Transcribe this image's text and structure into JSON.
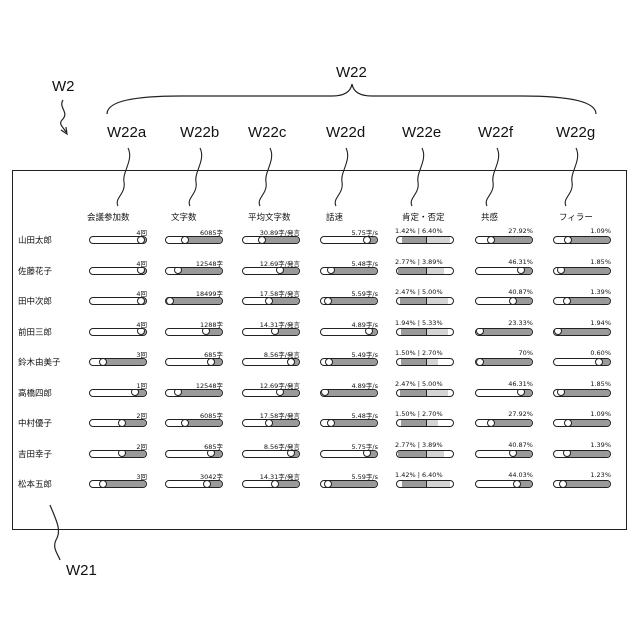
{
  "refs": {
    "W2": "W2",
    "W21": "W21",
    "W22": "W22",
    "columns": [
      "W22a",
      "W22b",
      "W22c",
      "W22d",
      "W22e",
      "W22f",
      "W22g"
    ]
  },
  "headers": [
    "会議参加数",
    "文字数",
    "平均文字数",
    "話速",
    "肯定・否定",
    "共感",
    "フィラー"
  ],
  "rows": [
    {
      "name": "山田太郎",
      "meetings": {
        "text": "4回",
        "level": 1.0
      },
      "chars": {
        "text": "6085字",
        "level": 0.33
      },
      "avg": {
        "text": "30.89字/発言",
        "level": 0.33
      },
      "speed": {
        "text": "5.75字/s",
        "level": 0.9
      },
      "posneg": {
        "text": "1.42% | 6.40%",
        "pos": 0.42,
        "neg": 0.42
      },
      "empathy": {
        "text": "27.92%",
        "level": 0.25
      },
      "filler": {
        "text": "1.09%",
        "level": 0.22
      }
    },
    {
      "name": "佐藤花子",
      "meetings": {
        "text": "4回",
        "level": 1.0
      },
      "chars": {
        "text": "12548字",
        "level": 0.17
      },
      "avg": {
        "text": "12.69字/発言",
        "level": 0.7
      },
      "speed": {
        "text": "5.48字/s",
        "level": 0.13
      },
      "posneg": {
        "text": "2.77% | 3.89%",
        "pos": 0.5,
        "neg": 0.33
      },
      "empathy": {
        "text": "46.31%",
        "level": 0.87
      },
      "filler": {
        "text": "1.85%",
        "level": 0.08
      }
    },
    {
      "name": "田中次郎",
      "meetings": {
        "text": "4回",
        "level": 1.0
      },
      "chars": {
        "text": "18499字",
        "level": 0.0
      },
      "avg": {
        "text": "17.58字/発言",
        "level": 0.47
      },
      "speed": {
        "text": "5.59字/s",
        "level": 0.07
      },
      "posneg": {
        "text": "2.47% | 5.00%",
        "pos": 0.47,
        "neg": 0.4
      },
      "empathy": {
        "text": "40.87%",
        "level": 0.7
      },
      "filler": {
        "text": "1.39%",
        "level": 0.2
      }
    },
    {
      "name": "前田三郎",
      "meetings": {
        "text": "4回",
        "level": 1.0
      },
      "chars": {
        "text": "1288字",
        "level": 0.77
      },
      "avg": {
        "text": "14.31字/発言",
        "level": 0.6
      },
      "speed": {
        "text": "4.89字/s",
        "level": 0.93
      },
      "posneg": {
        "text": "1.94% | 5.33%",
        "pos": 0.45,
        "neg": 0.4
      },
      "empathy": {
        "text": "23.33%",
        "level": 0.0
      },
      "filler": {
        "text": "1.94%",
        "level": 0.0
      }
    },
    {
      "name": "鈴木由美子",
      "meetings": {
        "text": "3回",
        "level": 0.2
      },
      "chars": {
        "text": "685字",
        "level": 0.87
      },
      "avg": {
        "text": "8.56字/発言",
        "level": 0.93
      },
      "speed": {
        "text": "5.49字/s",
        "level": 0.1
      },
      "posneg": {
        "text": "1.50% | 2.70%",
        "pos": 0.45,
        "neg": 0.22
      },
      "empathy": {
        "text": "70%",
        "level": 0.0
      },
      "filler": {
        "text": "0.60%",
        "level": 0.87
      }
    },
    {
      "name": "高橋四郎",
      "meetings": {
        "text": "1回",
        "level": 0.87
      },
      "chars": {
        "text": "12548字",
        "level": 0.17
      },
      "avg": {
        "text": "12.69字/発言",
        "level": 0.7
      },
      "speed": {
        "text": "4.89字/s",
        "level": 0.0
      },
      "posneg": {
        "text": "2.47% | 5.00%",
        "pos": 0.47,
        "neg": 0.4
      },
      "empathy": {
        "text": "46.31%",
        "level": 0.87
      },
      "filler": {
        "text": "1.85%",
        "level": 0.08
      }
    },
    {
      "name": "中村優子",
      "meetings": {
        "text": "2回",
        "level": 0.6
      },
      "chars": {
        "text": "6085字",
        "level": 0.33
      },
      "avg": {
        "text": "17.58字/発言",
        "level": 0.47
      },
      "speed": {
        "text": "5.48字/s",
        "level": 0.13
      },
      "posneg": {
        "text": "1.50% | 2.70%",
        "pos": 0.45,
        "neg": 0.22
      },
      "empathy": {
        "text": "27.92%",
        "level": 0.25
      },
      "filler": {
        "text": "1.09%",
        "level": 0.22
      }
    },
    {
      "name": "吉田幸子",
      "meetings": {
        "text": "2回",
        "level": 0.6
      },
      "chars": {
        "text": "685字",
        "level": 0.87
      },
      "avg": {
        "text": "8.56字/発言",
        "level": 0.93
      },
      "speed": {
        "text": "5.75字/s",
        "level": 0.9
      },
      "posneg": {
        "text": "2.77% | 3.89%",
        "pos": 0.5,
        "neg": 0.33
      },
      "empathy": {
        "text": "40.87%",
        "level": 0.7
      },
      "filler": {
        "text": "1.39%",
        "level": 0.2
      }
    },
    {
      "name": "松本五郎",
      "meetings": {
        "text": "3回",
        "level": 0.2
      },
      "chars": {
        "text": "3042字",
        "level": 0.78
      },
      "avg": {
        "text": "14.31字/発言",
        "level": 0.6
      },
      "speed": {
        "text": "5.59字/s",
        "level": 0.07
      },
      "posneg": {
        "text": "1.42% | 6.40%",
        "pos": 0.42,
        "neg": 0.42
      },
      "empathy": {
        "text": "44.03%",
        "level": 0.78
      },
      "filler": {
        "text": "1.23%",
        "level": 0.12
      }
    }
  ],
  "colors": {
    "line": "#222222",
    "fill": "#9a9a9a",
    "fill_light": "#d4d4d4"
  }
}
